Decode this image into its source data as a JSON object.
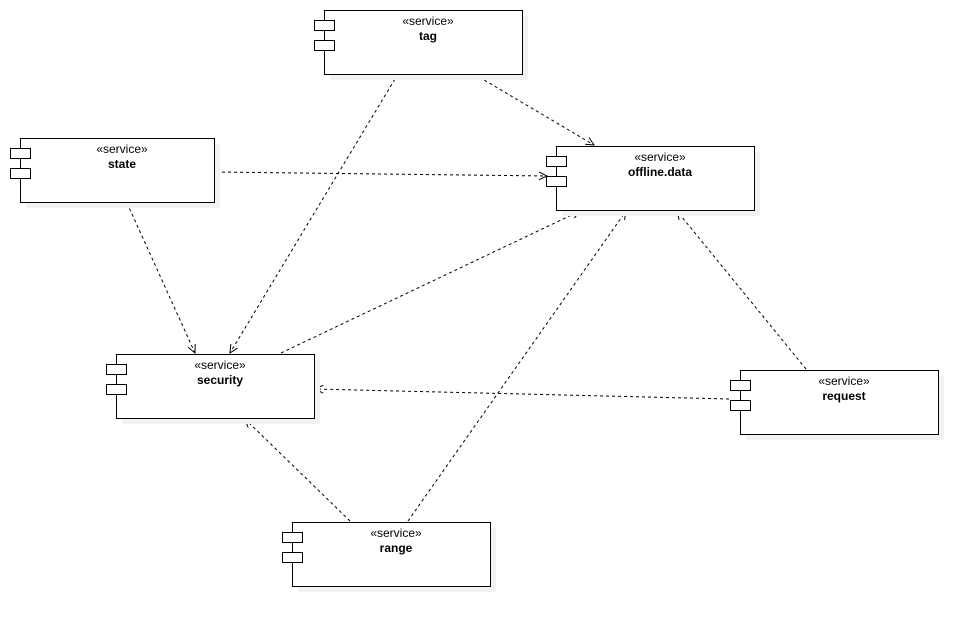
{
  "components": [
    {
      "id": "tag",
      "stereotype": "«service»",
      "name": "tag"
    },
    {
      "id": "state",
      "stereotype": "«service»",
      "name": "state"
    },
    {
      "id": "offline-data",
      "stereotype": "«service»",
      "name": "offline.data"
    },
    {
      "id": "security",
      "stereotype": "«service»",
      "name": "security"
    },
    {
      "id": "request",
      "stereotype": "«service»",
      "name": "request"
    },
    {
      "id": "range",
      "stereotype": "«service»",
      "name": "range"
    }
  ],
  "dependencies": [
    {
      "from": "tag",
      "to": "offline-data"
    },
    {
      "from": "tag",
      "to": "security"
    },
    {
      "from": "state",
      "to": "offline-data"
    },
    {
      "from": "state",
      "to": "security"
    },
    {
      "from": "security",
      "to": "offline-data"
    },
    {
      "from": "range",
      "to": "offline-data"
    },
    {
      "from": "range",
      "to": "security"
    },
    {
      "from": "request",
      "to": "offline-data"
    },
    {
      "from": "request",
      "to": "security"
    }
  ]
}
